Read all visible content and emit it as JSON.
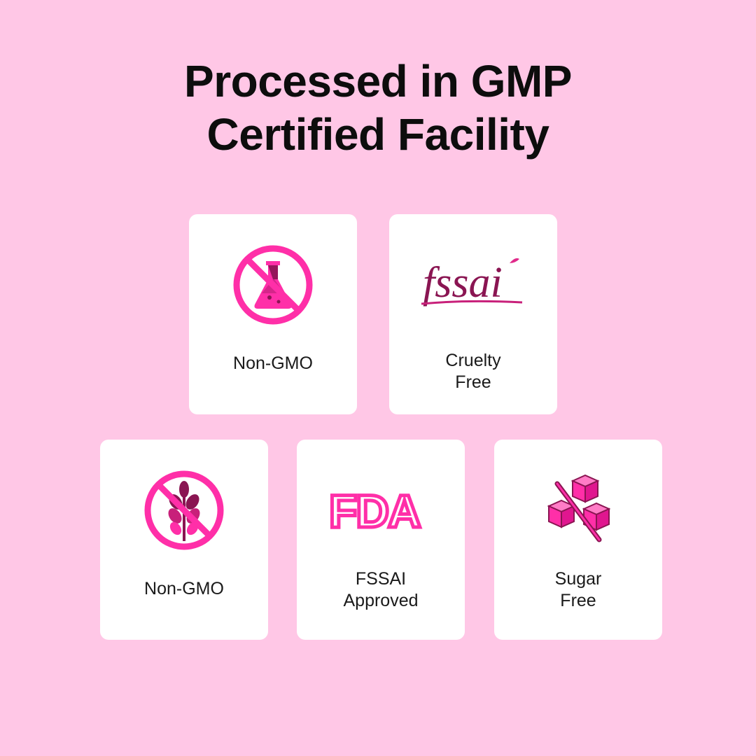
{
  "heading": {
    "line1": "Processed in GMP",
    "line2": "Certified Facility"
  },
  "colors": {
    "background": "#ffc7e6",
    "card": "#ffffff",
    "accent_pink": "#ff2fa8",
    "accent_maroon": "#8a1552",
    "text": "#0d0d0d"
  },
  "badges": [
    {
      "icon": "no-flask-icon",
      "label_line1": "Non-GMO",
      "label_line2": ""
    },
    {
      "icon": "fssai-logo",
      "logo_text": "fssai",
      "label_line1": "Cruelty",
      "label_line2": "Free"
    },
    {
      "icon": "no-wheat-icon",
      "label_line1": "Non-GMO",
      "label_line2": ""
    },
    {
      "icon": "fda-logo",
      "logo_text": "FDA",
      "label_line1": "FSSAI",
      "label_line2": "Approved"
    },
    {
      "icon": "no-sugar-cubes-icon",
      "label_line1": "Sugar",
      "label_line2": "Free"
    }
  ]
}
